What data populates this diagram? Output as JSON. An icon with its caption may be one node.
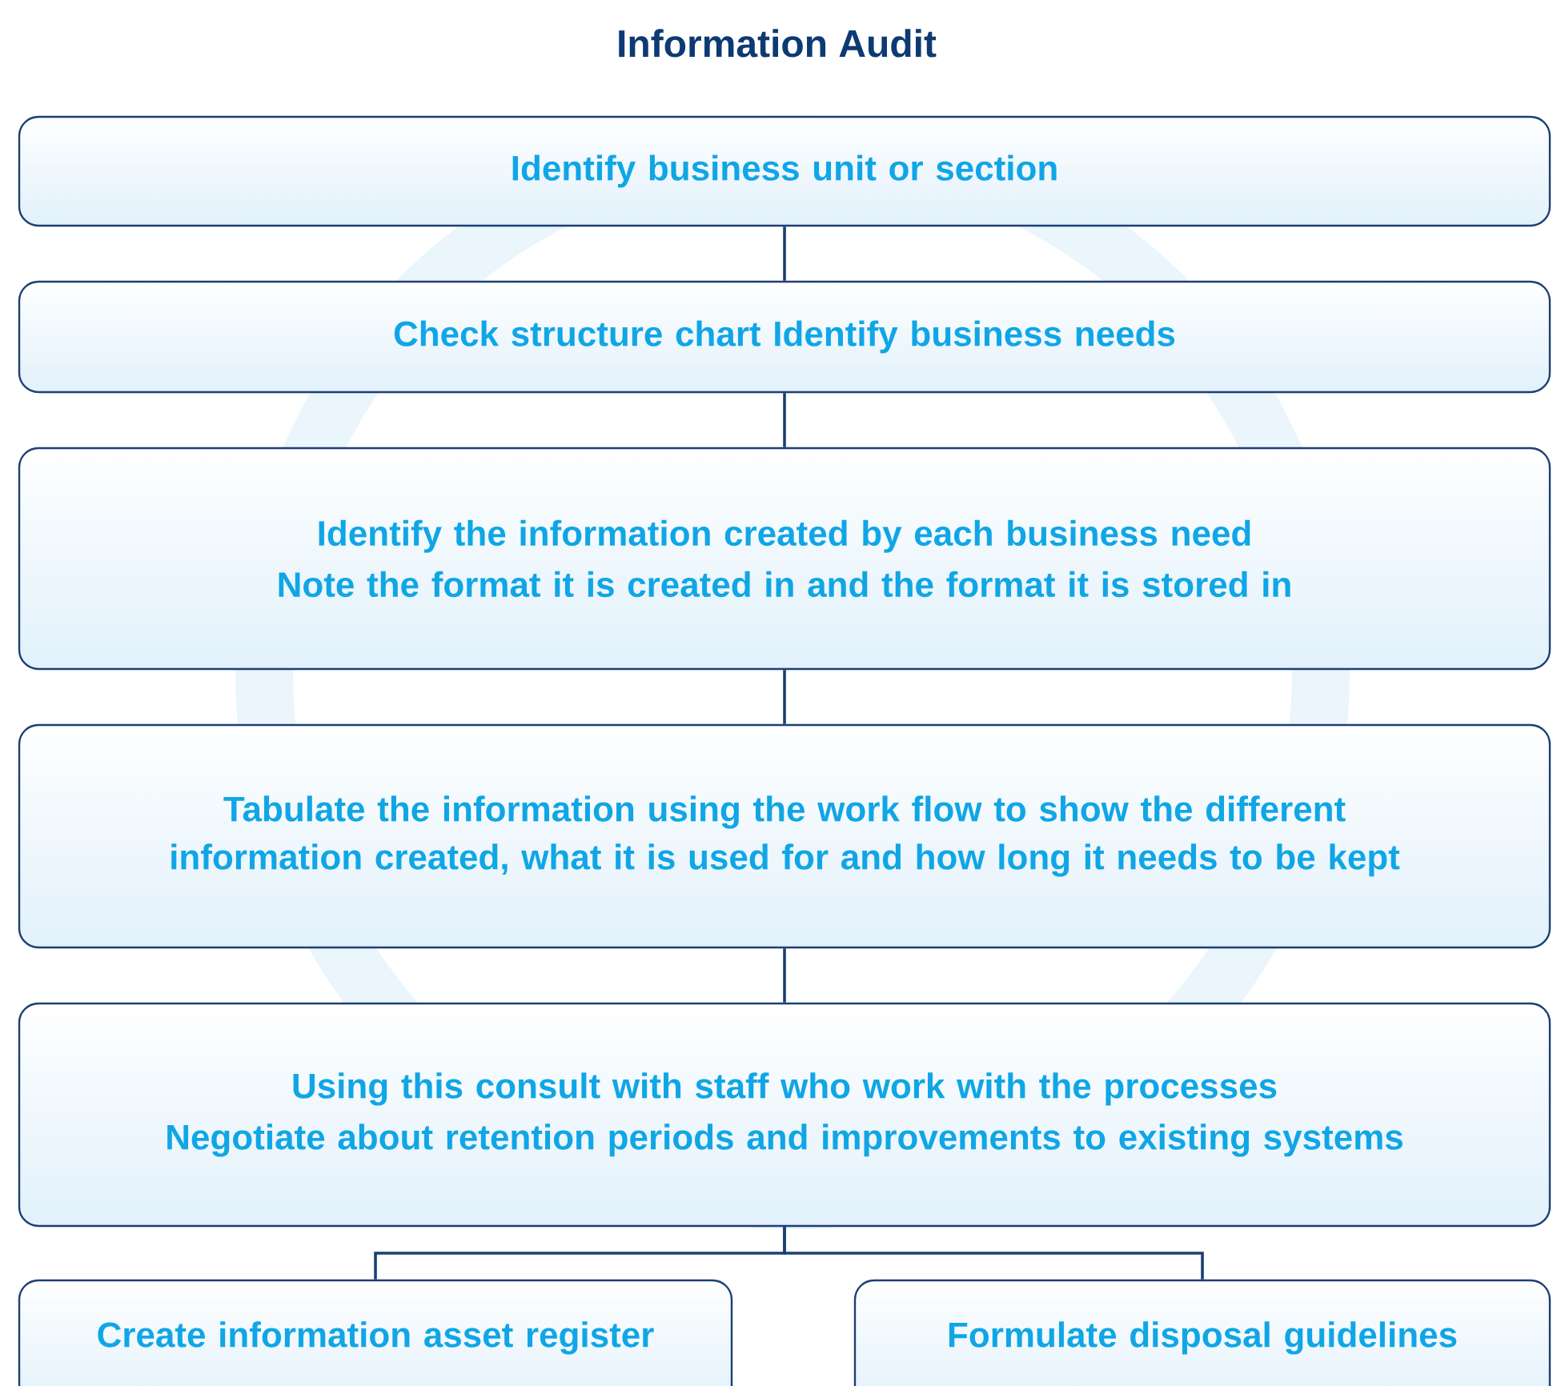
{
  "diagram": {
    "title": "Information Audit",
    "nodes": [
      {
        "text": [
          "Identify business unit or section"
        ]
      },
      {
        "text": [
          "Check structure chart Identify business needs"
        ]
      },
      {
        "text": [
          "Identify the information created by each business need",
          "Note the format it is created in and the format it is stored in"
        ]
      },
      {
        "text": [
          "Tabulate the information using the work flow to show the different information created, what it is used for and how long it needs to be kept"
        ]
      },
      {
        "text": [
          "Using this consult with staff who work with the processes",
          "Negotiate about retention periods and improvements to existing systems"
        ]
      },
      {
        "text": [
          "Create information asset register"
        ]
      },
      {
        "text": [
          "Formulate disposal guidelines"
        ]
      }
    ],
    "edges": [
      {
        "from": 0,
        "to": 1,
        "arrow": "none"
      },
      {
        "from": 1,
        "to": 2,
        "arrow": "none"
      },
      {
        "from": 2,
        "to": 3,
        "arrow": "none"
      },
      {
        "from": 3,
        "to": 4,
        "arrow": "none"
      },
      {
        "from": 4,
        "to": 5,
        "arrow": "none"
      },
      {
        "from": 4,
        "to": 6,
        "arrow": "none"
      }
    ]
  }
}
